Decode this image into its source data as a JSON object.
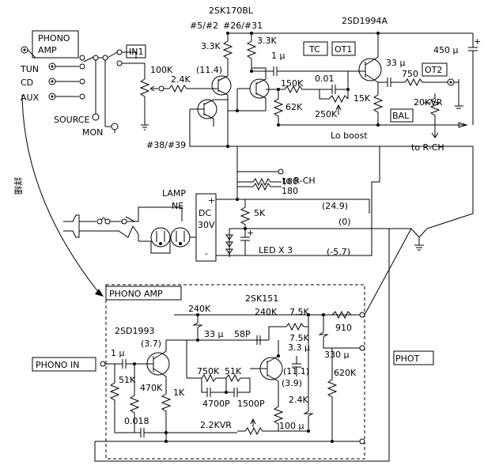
{
  "power_section": {
    "to_r_ch_top": "to R-CH",
    "r180_a": "180",
    "r180_b": "180",
    "lamp": "LAMP",
    "ne": "NE",
    "dc": "DC",
    "v30": "30V",
    "plus": "+",
    "minus": "-",
    "r5k": "5K",
    "c450_psu": "450 μ",
    "led": "LED X 3",
    "v_pos": "(24.9)",
    "v_zero": "(0)",
    "v_neg": "(-5.7)",
    "detail": "詳細"
  },
  "input_section": {
    "phono_amp_box": "PHONO\nAMP",
    "phono_line1": "PHONO",
    "phono_line2": "AMP",
    "tun": "TUN",
    "cd": "CD",
    "aux": "AUX",
    "source": "SOURCE",
    "mon": "MON",
    "in1": "IN1",
    "vr100k": "100K",
    "r24k": "2.4K",
    "fet_pair_label": "#38/#39"
  },
  "tone_section": {
    "fet_part": "2SK170BL",
    "fet_ids": "#5/#2",
    "fet_ids_b": "#26/#31",
    "r33k_a": "3.3K",
    "r33k_b": "3.3K",
    "v114": "(11.4)",
    "c1u": "1 μ",
    "tc": "TC",
    "ot1": "OT1",
    "r150k": "150K",
    "c001": "0.01",
    "r62k": "62K",
    "r15k": "15K",
    "vr250k": "250K",
    "lo_boost": "Lo boost",
    "bjt_part": "2SD1994A",
    "c33u": "33 μ",
    "r750": "750",
    "ot2": "OT2",
    "c450": "450 μ",
    "vr20k": "20KVR",
    "bal": "BAL",
    "to_r_ch": "to R-CH"
  },
  "phono_amp": {
    "title": "PHONO AMP",
    "fet_part": "2SK151",
    "bjt_part": "2SD1993",
    "phono_in": "PHONO IN",
    "phot": "PHOT",
    "r240k_a": "240K",
    "r240k_b": "240K",
    "r75k_top": "7.5K",
    "r910": "910",
    "c33u": "33 μ",
    "c58p": "58P",
    "r75k": "7.5K",
    "c33u_b": "3.3 μ",
    "v37": "(3.7)",
    "c1u": "1 μ",
    "r51k": "51K",
    "r470k": "470K",
    "r1k": "1K",
    "r750k": "750K",
    "r51k_b": "51K",
    "c4700p": "4700P",
    "c1500p": "1500P",
    "v111": "(11.1)",
    "v39": "(3.9)",
    "c330u": "330 μ",
    "r620k": "620K",
    "r24k": "2.4K",
    "c0018": "0.018",
    "vr22k": "2.2KVR",
    "c100u": "100 μ"
  }
}
